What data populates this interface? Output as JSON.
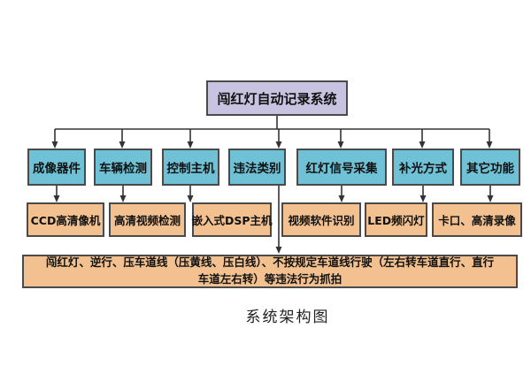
{
  "root": {
    "label": "闯红灯自动记录系统"
  },
  "level2": [
    {
      "label": "成像器件"
    },
    {
      "label": "车辆检测"
    },
    {
      "label": "控制主机"
    },
    {
      "label": "违法类别"
    },
    {
      "label": "红灯信号采集"
    },
    {
      "label": "补光方式"
    },
    {
      "label": "其它功能"
    }
  ],
  "level3": [
    {
      "label": "CCD高清像机"
    },
    {
      "label": "高清视频检测"
    },
    {
      "label": "嵌入式DSP主机"
    },
    {
      "label": "视频软件识别"
    },
    {
      "label": "LED频闪灯"
    },
    {
      "label": "卡口、高清录像"
    }
  ],
  "violation_bar": {
    "line1": "闯红灯、逆行、压车道线（压黄线、压白线）、不按规定车道线行驶（左右转车道直行、直行",
    "line2": "车道左右转）等违法行为抓拍"
  },
  "caption": "系统架构图",
  "colors": {
    "root_fill": "#c8c3e0",
    "l2_fill": "#6fc2d6",
    "l3_fill": "#f2c18f",
    "border": "#4a4a4a",
    "line": "#333333",
    "bg": "#ffffff"
  }
}
